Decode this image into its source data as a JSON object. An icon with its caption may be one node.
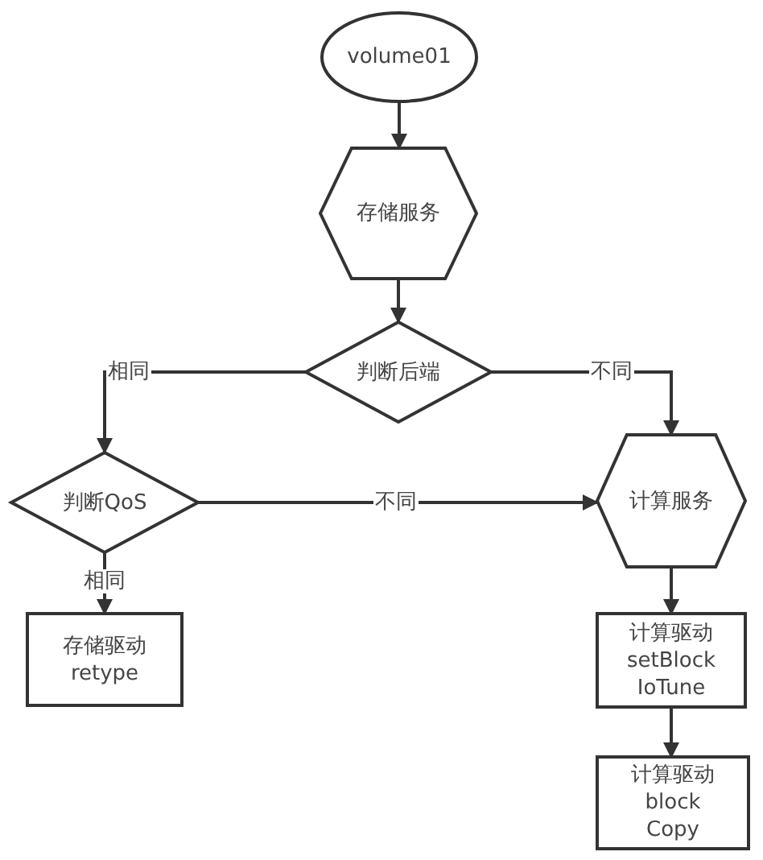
{
  "diagram": {
    "nodes": [
      {
        "text": [
          "volume01"
        ]
      },
      {
        "text": [
          "存储服务"
        ]
      },
      {
        "text": [
          "判断后端"
        ]
      },
      {
        "text": [
          "判断QoS"
        ]
      },
      {
        "text": [
          "计算服务"
        ]
      },
      {
        "text": [
          "存储驱动 retype"
        ]
      },
      {
        "text": [
          "计算驱动 setBlock IoTune"
        ]
      },
      {
        "text": [
          "计算驱动 block Copy"
        ]
      }
    ],
    "edges": [
      {
        "from": 0,
        "to": 1,
        "arrow": "to"
      },
      {
        "from": 1,
        "to": 2,
        "arrow": "to"
      },
      {
        "from": 2,
        "to": 3,
        "arrow": "to",
        "label": "相同"
      },
      {
        "from": 2,
        "to": 4,
        "arrow": "to",
        "label": "不同"
      },
      {
        "from": 3,
        "to": 4,
        "arrow": "to",
        "label": "不同"
      },
      {
        "from": 3,
        "to": 5,
        "arrow": "to",
        "label": "相同"
      },
      {
        "from": 4,
        "to": 6,
        "arrow": "to"
      },
      {
        "from": 6,
        "to": 7,
        "arrow": "to"
      }
    ]
  }
}
